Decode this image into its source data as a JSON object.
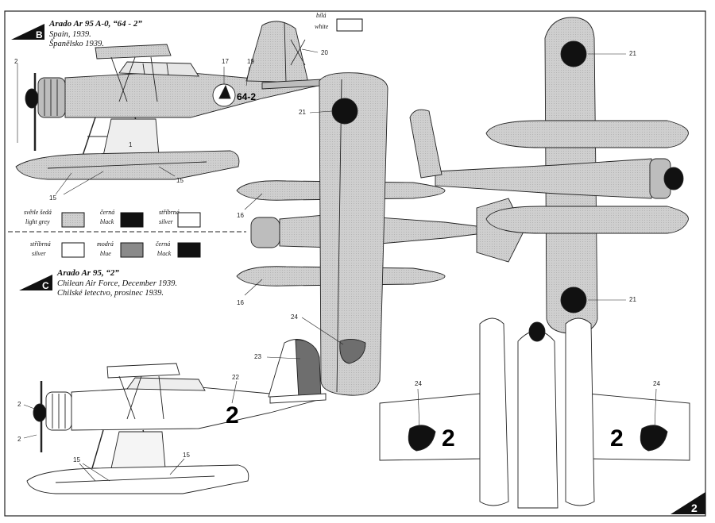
{
  "colors": {
    "light_grey": "#c9c9c9",
    "black": "#111111",
    "silver": "#ffffff",
    "blue": "#8a8a8a",
    "white": "#ffffff",
    "paper": "#ffffff",
    "line": "#222222"
  },
  "scheme_b": {
    "tag": "B",
    "title": "Arado Ar 95 A-0,  “64 - 2”",
    "line1": "Spain, 1939.",
    "line2": "Španělsko 1939.",
    "fuselage_code": "64-2"
  },
  "scheme_c": {
    "tag": "C",
    "title": "Arado Ar 95,  “2”",
    "line1": "Chilean Air Force, December 1939.",
    "line2": "Chilské letectvo, prosinec 1939.",
    "fuselage_code": "2"
  },
  "legend_white": {
    "cz": "bílá",
    "en": "white"
  },
  "legend_b": [
    {
      "cz": "světle šedá",
      "en": "light grey",
      "color": "#c9c9c9"
    },
    {
      "cz": "černá",
      "en": "black",
      "color": "#111111"
    },
    {
      "cz": "stříbrná",
      "en": "silver",
      "color": "#ffffff"
    }
  ],
  "legend_c": [
    {
      "cz": "stříbrná",
      "en": "silver",
      "color": "#ffffff"
    },
    {
      "cz": "modrá",
      "en": "blue",
      "color": "#8a8a8a"
    },
    {
      "cz": "černá",
      "en": "black",
      "color": "#111111"
    }
  ],
  "callouts": {
    "n2": "2",
    "n15": "15",
    "n16": "16",
    "n17": "17",
    "n19": "19",
    "n20": "20",
    "n21": "21",
    "n22": "22",
    "n23": "23",
    "n24": "24",
    "n1": "1"
  },
  "page_number": "2"
}
